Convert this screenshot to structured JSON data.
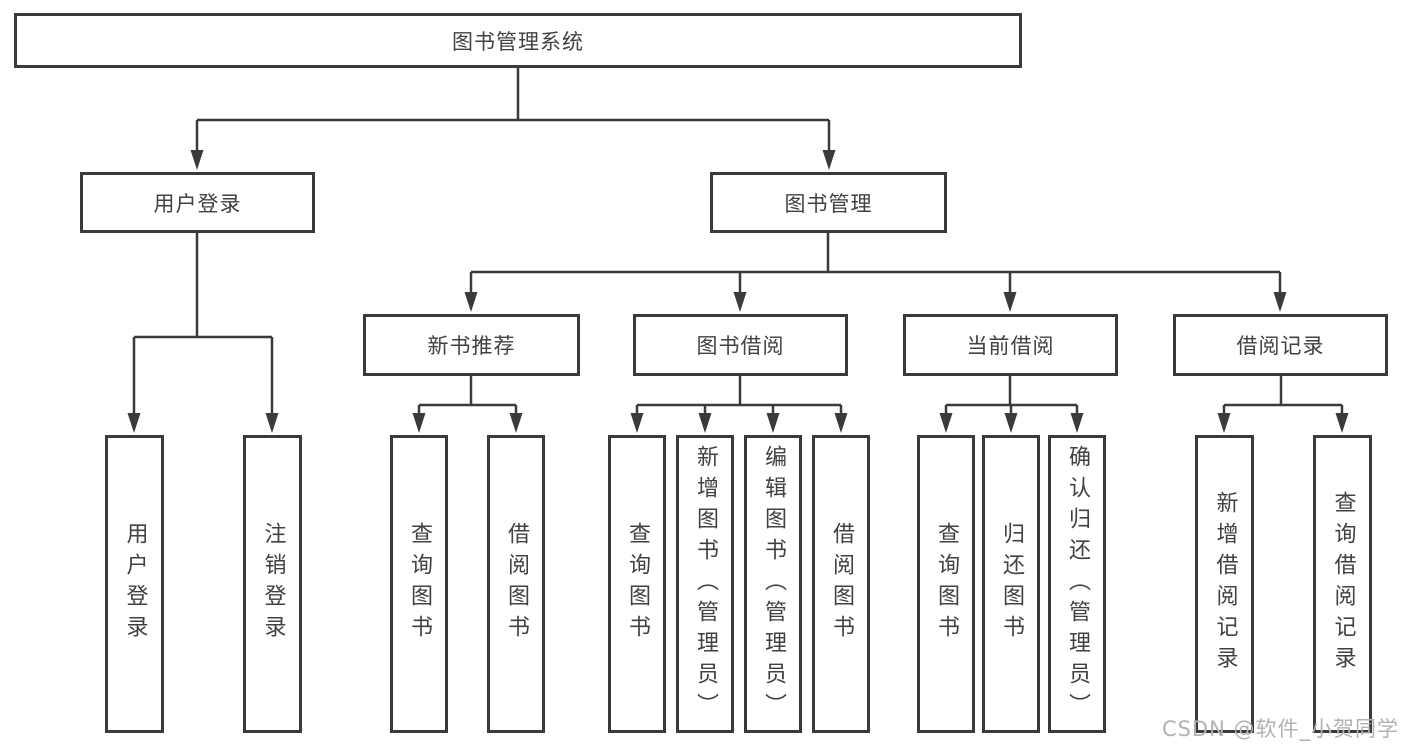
{
  "diagram": {
    "title": "图书管理系统",
    "root": {
      "label": "图书管理系统"
    },
    "level2": [
      {
        "label": "用户登录"
      },
      {
        "label": "图书管理"
      }
    ],
    "level3": [
      {
        "label": "新书推荐"
      },
      {
        "label": "图书借阅"
      },
      {
        "label": "当前借阅"
      },
      {
        "label": "借阅记录"
      }
    ],
    "leaves": {
      "login": [
        {
          "label": "用户登录"
        },
        {
          "label": "注销登录"
        }
      ],
      "newbook": [
        {
          "label": "查询图书"
        },
        {
          "label": "借阅图书"
        }
      ],
      "borrow": [
        {
          "label": "查询图书"
        },
        {
          "label": "新增图书（管理员）"
        },
        {
          "label": "编辑图书（管理员）"
        },
        {
          "label": "借阅图书"
        }
      ],
      "current": [
        {
          "label": "查询图书"
        },
        {
          "label": "归还图书"
        },
        {
          "label": "确认归还（管理员）"
        }
      ],
      "records": [
        {
          "label": "新增借阅记录"
        },
        {
          "label": "查询借阅记录"
        }
      ]
    }
  },
  "watermark": "CSDN @软件_小贺同学",
  "colors": {
    "line": "#3a3a3a",
    "box_border": "#3a3a3a",
    "text": "#414141",
    "background": "#ffffff",
    "watermark": "#b2b2b2"
  }
}
